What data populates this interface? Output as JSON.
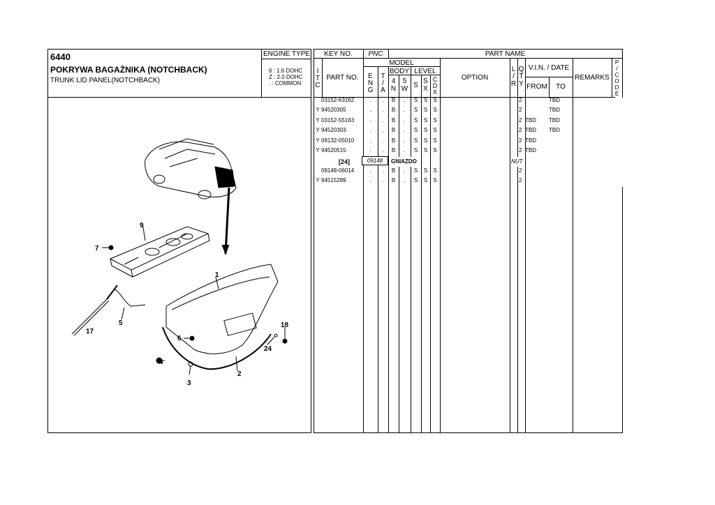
{
  "header": {
    "code": "6440",
    "title_pl": "POKRYWA BAGAŻNIKA (NOTCHBACK)",
    "title_en": "TRUNK LID PANEL(NOTCHBACK)",
    "engine_type_label": "ENGINE TYPE",
    "engine_lines": [
      "6 : 1.6 DOHC",
      "Z : 2.0 DOHC",
      ". : COMMON"
    ]
  },
  "columns": {
    "key_no": "KEY NO.",
    "pnc": "PNC",
    "part_name": "PART NAME",
    "itc": [
      "I",
      "T",
      "C"
    ],
    "part_no": "PART NO.",
    "model": "MODEL",
    "eng": [
      "E",
      "N",
      "G"
    ],
    "ta": [
      "T",
      "/",
      "A"
    ],
    "body": "BODY",
    "level": "LEVEL",
    "b4n": [
      "4",
      "N"
    ],
    "b5w": [
      "5",
      "W"
    ],
    "s": "S",
    "sx": [
      "S",
      "X"
    ],
    "cdx": [
      "C",
      "D",
      "X"
    ],
    "option": "OPTION",
    "lr": [
      "L",
      "/",
      "R"
    ],
    "qty": [
      "Q",
      "T",
      "Y"
    ],
    "vin": "V.I.N. / DATE",
    "from": "FROM",
    "to": "TO",
    "remarks": "REMARKS",
    "pcode": [
      "P",
      "/",
      "C",
      "O",
      "D",
      "E"
    ]
  },
  "rows": [
    {
      "itc": "",
      "part_no": "03152-63162",
      "eng": ".",
      "ta": ".",
      "b4n": "B",
      "b5w": ".",
      "s": "S",
      "sx": "S",
      "cdx": "S",
      "qty": "2",
      "from": "",
      "to": "TBD"
    },
    {
      "itc": "Y",
      "part_no": "94520305",
      "eng": ".",
      "ta": ".",
      "b4n": "B",
      "b5w": ".",
      "s": "S",
      "sx": "S",
      "cdx": "S",
      "qty": "2",
      "from": "",
      "to": "TBD"
    },
    {
      "itc": "Y",
      "part_no": "03152-55163",
      "eng": ".",
      "ta": ".",
      "b4n": "B",
      "b5w": ".",
      "s": "S",
      "sx": "S",
      "cdx": "S",
      "qty": "2",
      "from": "TBD",
      "to": "TBD"
    },
    {
      "itc": "Y",
      "part_no": "94520303",
      "eng": ".",
      "ta": ".",
      "b4n": "B",
      "b5w": ".",
      "s": "S",
      "sx": "S",
      "cdx": "S",
      "qty": "2",
      "from": "TBD",
      "to": "TBD"
    },
    {
      "itc": "Y",
      "part_no": "09132-05010",
      "eng": ".",
      "ta": ".",
      "b4n": "B",
      "b5w": ".",
      "s": "S",
      "sx": "S",
      "cdx": "S",
      "qty": "2",
      "from": "TBD",
      "to": ""
    },
    {
      "itc": "Y",
      "part_no": "94520515",
      "eng": ".",
      "ta": ".",
      "b4n": "B",
      "b5w": ".",
      "s": "S",
      "sx": "S",
      "cdx": "S",
      "qty": "2",
      "from": "TBD",
      "to": ""
    }
  ],
  "group": {
    "key": "[24]",
    "pnc": "09148",
    "name": "GNIAZDO",
    "name_en": "NUT"
  },
  "rows2": [
    {
      "itc": "",
      "part_no": "09148-06014",
      "eng": ".",
      "ta": ".",
      "b4n": "B",
      "b5w": ".",
      "s": "S",
      "sx": "S",
      "cdx": "S",
      "qty": "2",
      "from": "",
      "to": ""
    },
    {
      "itc": "Y",
      "part_no": "94515289",
      "eng": ".",
      "ta": ".",
      "b4n": "B",
      "b5w": ".",
      "s": "S",
      "sx": "S",
      "cdx": "S",
      "qty": "2",
      "from": "",
      "to": ""
    }
  ],
  "callouts": [
    "1",
    "2",
    "3",
    "4",
    "5",
    "6",
    "7",
    "9",
    "17",
    "18",
    "24"
  ]
}
